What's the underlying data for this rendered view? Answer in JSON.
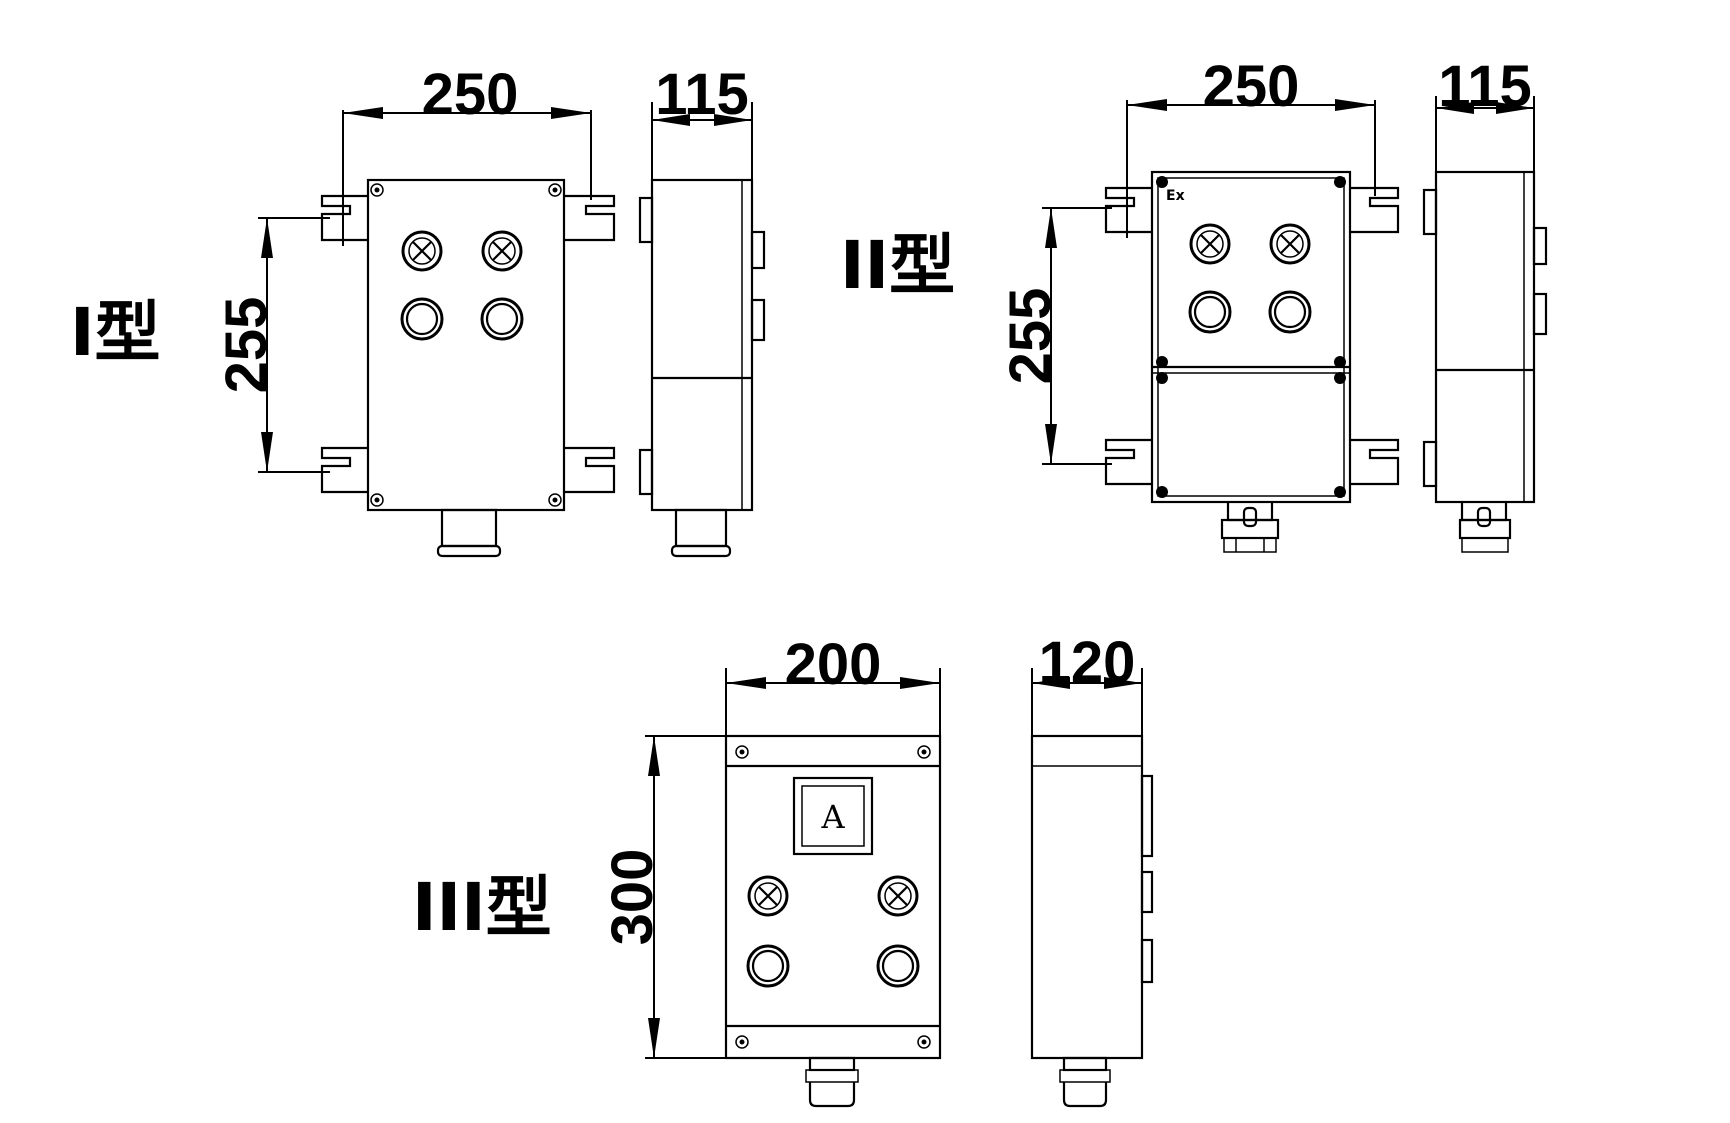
{
  "types": {
    "type1": "I型",
    "type2": "II型",
    "type3": "III型"
  },
  "dimensions": {
    "t1_width": "250",
    "t1_depth": "115",
    "t1_height": "255",
    "t2_width": "250",
    "t2_depth": "115",
    "t2_height": "255",
    "t3_width": "200",
    "t3_depth": "120",
    "t3_height": "300"
  },
  "labels": {
    "ex_mark": "Ex",
    "ammeter": "A"
  }
}
